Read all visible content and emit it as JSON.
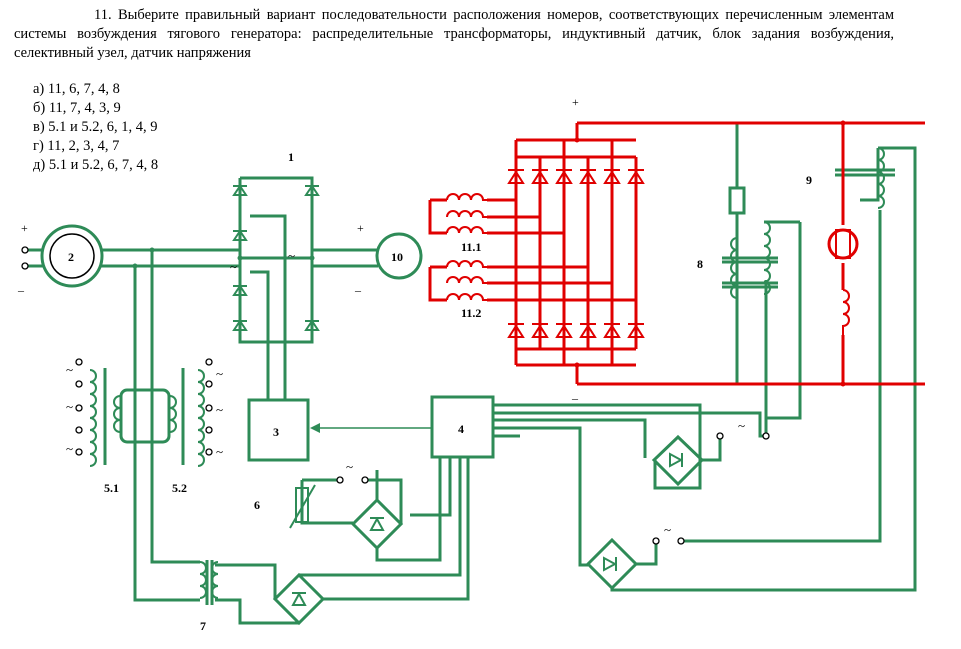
{
  "question": {
    "text": "11. Выберите правильный вариант последовательности расположения номеров, соответствующих перечисленным элементам системы возбуждения тягового генератора: распределительные трансформаторы, индуктивный датчик, блок задания возбуждения, селективный узел, датчик напряжения"
  },
  "options": [
    "а) 11, 6, 7, 4, 8",
    "б)  11, 7, 4, 3, 9",
    "в) 5.1 и 5.2, 6, 1, 4, 9",
    "г) 11, 2, 3, 4, 7",
    "д) 5.1 и 5.2, 6, 7, 4, 8"
  ],
  "diagram": {
    "colors": {
      "wire": "#2e8b57",
      "power": "#e00000",
      "ink": "#000000"
    },
    "labels": {
      "l1": "1",
      "l2": "2",
      "l3": "3",
      "l4": "4",
      "l6": "6",
      "l7": "7",
      "l8": "8",
      "l9": "9",
      "l10": "10",
      "l11_1": "11.1",
      "l11_2": "11.2",
      "l5_1": "5.1",
      "l5_2": "5.2"
    },
    "signs": {
      "gen_plus": "+",
      "gen_minus": "–",
      "mot_plus": "+",
      "mot_minus": "–",
      "bus_plus": "+",
      "bus_minus": "–"
    },
    "tilde": "~"
  }
}
